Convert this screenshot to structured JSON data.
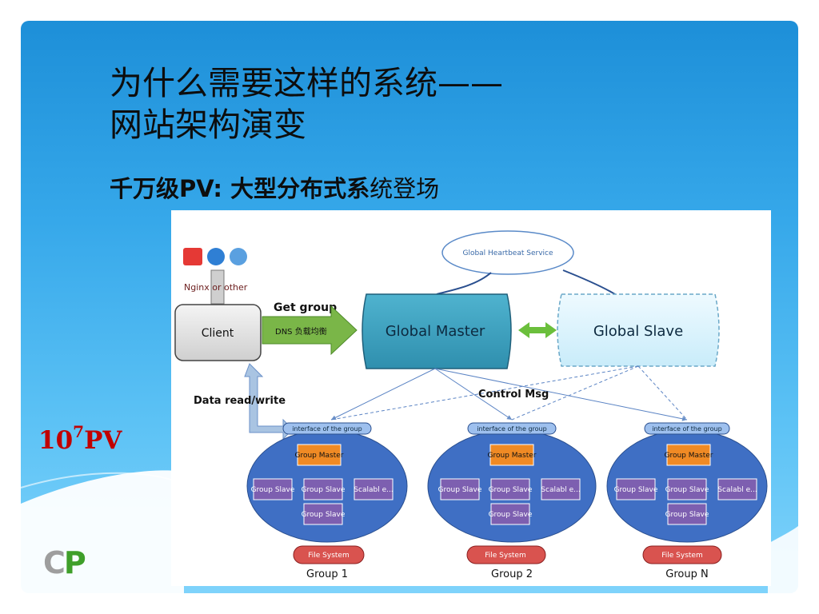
{
  "title_line1": "为什么需要这样的系统——",
  "title_line2": "网站架构演变",
  "subtitle_bold": "千万级PV: 大型分布式系",
  "subtitle_rest": "统登场",
  "pv_base": "10",
  "pv_exp": "7",
  "pv_unit": "PV",
  "logo": {
    "c": "C",
    "p": "P"
  },
  "diagram": {
    "heartbeat": "Global Heartbeat Service",
    "nginx": "Nginx or other",
    "client": "Client",
    "get_group": "Get group",
    "dns": "DNS 负载均衡",
    "global_master": "Global Master",
    "global_slave": "Global Slave",
    "control_msg": "Control Msg",
    "data_rw": "Data read/write",
    "groups": [
      {
        "interface": "interface of the group",
        "master": "Group Master",
        "slave": "Group Slave",
        "scalable": "Scalabl e...",
        "fs": "File System",
        "name": "Group 1"
      },
      {
        "interface": "interface of the group",
        "master": "Group Master",
        "slave": "Group Slave",
        "scalable": "Scalabl e...",
        "fs": "File System",
        "name": "Group 2"
      },
      {
        "interface": "interface of the group",
        "master": "Group Master",
        "slave": "Group Slave",
        "scalable": "Scalabl e...",
        "fs": "File System",
        "name": "Group N"
      }
    ]
  },
  "colors": {
    "accent_red": "#c00000",
    "logo_gray": "#9e9e9e",
    "logo_green": "#3f9f2a",
    "master_teal": "#3a9ab8",
    "group_blue": "#3f6fc4",
    "group_orange": "#f08a24",
    "slave_purple": "#7d5fb0",
    "fs_red": "#d9534f"
  }
}
